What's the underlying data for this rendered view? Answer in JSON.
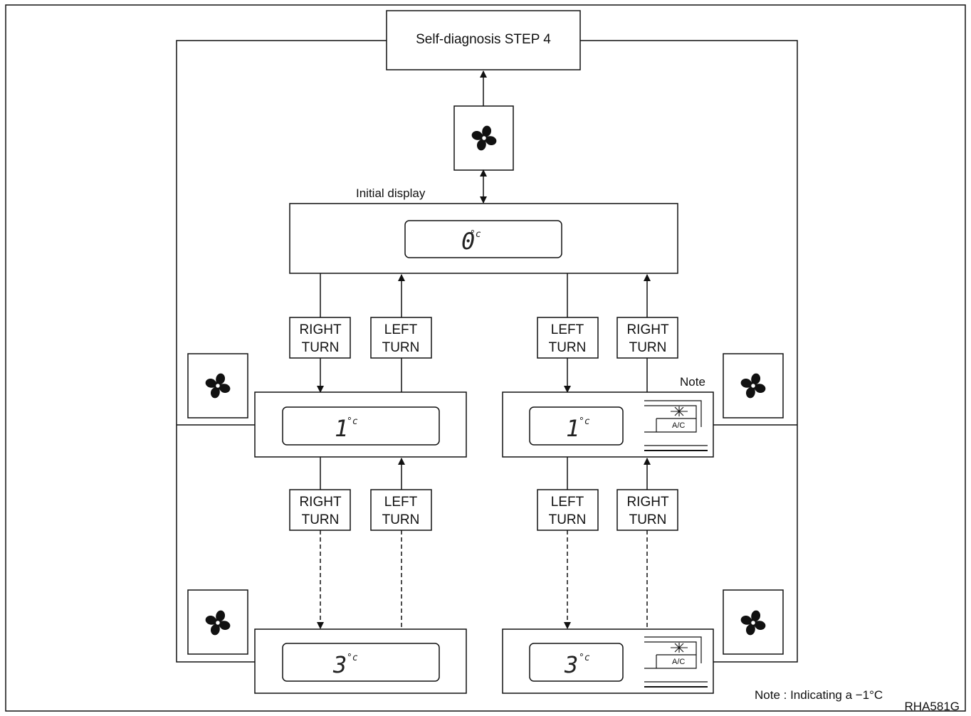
{
  "top_box": {
    "label": "Self-diagnosis STEP 4"
  },
  "initial_display": {
    "label": "Initial display",
    "value": "0",
    "unit": "°c"
  },
  "turn_labels": {
    "right_line1": "RIGHT",
    "left_line1": "LEFT",
    "line2": "TURN"
  },
  "displays": {
    "left_mid": {
      "value": "1",
      "unit": "°c"
    },
    "right_mid": {
      "value": "1",
      "unit": "°c"
    },
    "left_bottom": {
      "value": "3",
      "unit": "°c"
    },
    "right_bottom": {
      "value": "3",
      "unit": "°c"
    }
  },
  "ac_label": "A/C",
  "note_label": "Note",
  "footnote": "Note : Indicating a −1°C",
  "figure_code": "RHA581G",
  "icons": [
    "fan-icon",
    "snowflake-icon"
  ]
}
